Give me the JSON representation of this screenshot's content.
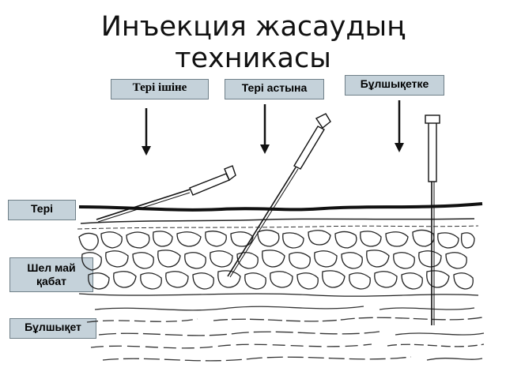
{
  "title": "Инъекция жасаудың техникасы",
  "top_labels": {
    "intradermal": "Тері ішіне",
    "subcutaneous": "Тері астына",
    "intramuscular": "Бұлшықетке"
  },
  "layer_labels": {
    "skin": "Тері",
    "fat": "Шел май қабат",
    "muscle": "Бұлшықет"
  },
  "colors": {
    "label_bg": "#c5d2da",
    "ink": "#111111"
  }
}
